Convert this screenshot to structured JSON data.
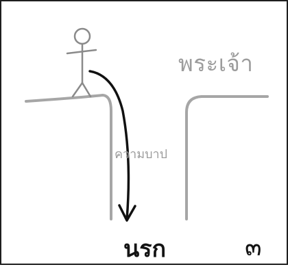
{
  "labels": {
    "god": "พระเจ้า",
    "sin": "ความบาป",
    "hell": "นรก",
    "page_number": "๓"
  },
  "colors": {
    "light_text": "#9c9c9c",
    "dark_text": "#141414",
    "cliff": "#a6a6a6",
    "figure": "#8a8a8a",
    "arrow": "#111111"
  },
  "icons": {
    "figure": "stick-figure-icon",
    "arrow": "downward-curved-arrow-icon"
  }
}
